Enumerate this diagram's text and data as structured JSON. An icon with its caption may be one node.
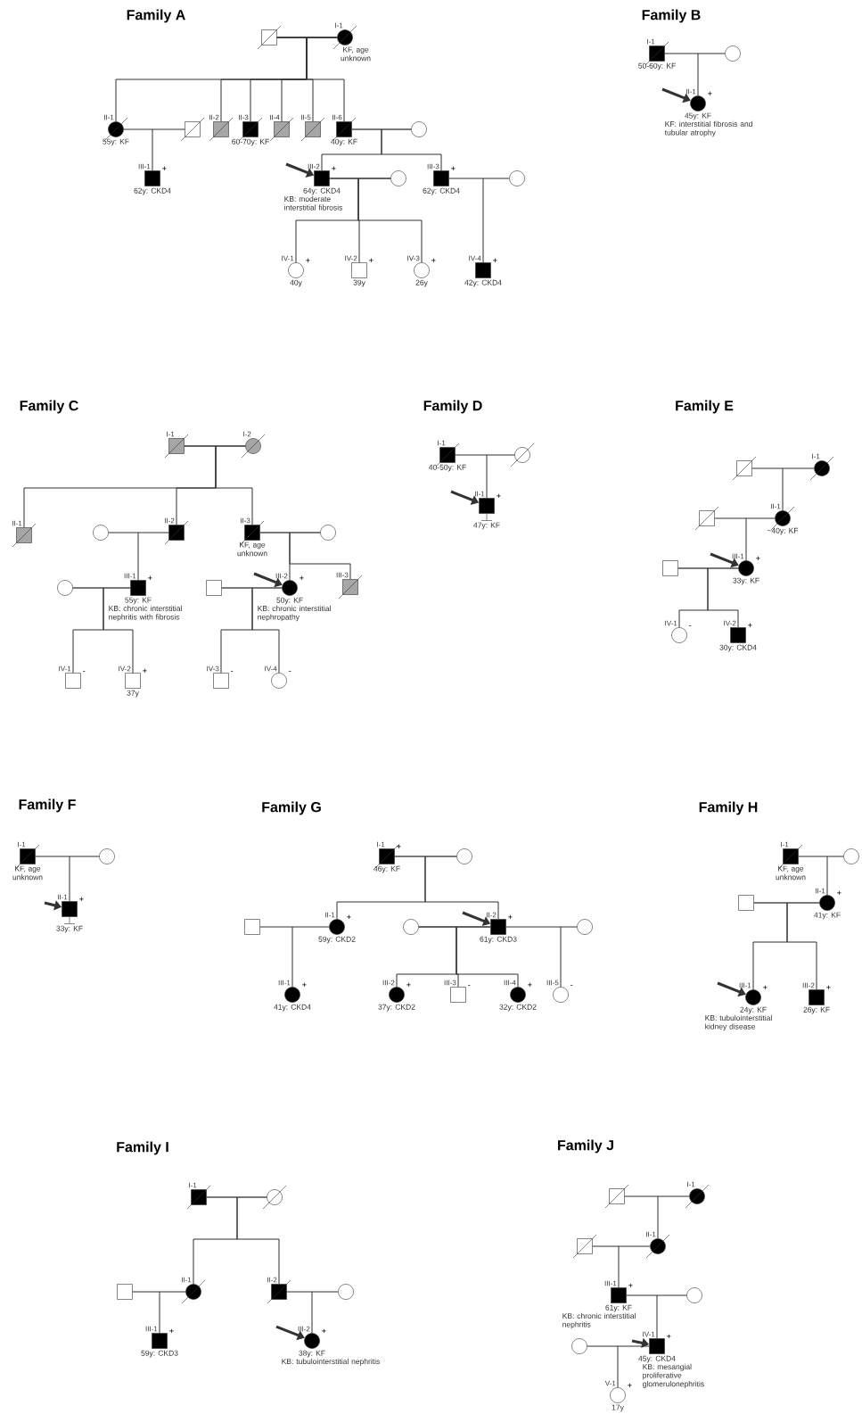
{
  "diagram": {
    "labels": [
      "Family A",
      "Family B",
      "Family C",
      "Family D",
      "Family E",
      "Family F",
      "Family G",
      "Family H",
      "Family I",
      "Family J"
    ],
    "nodes": [
      {
        "text": [],
        "shape": "box"
      },
      {
        "text": [
          "I-1"
        ],
        "beside": [
          "KF, age unknown"
        ]
      },
      {
        "text": [
          "II-1"
        ],
        "beside": [
          "55y: KF"
        ]
      },
      {
        "text": [],
        "shape": "box"
      },
      {
        "text": [
          "II-2"
        ]
      },
      {
        "text": [
          "II-3"
        ],
        "beside": [
          "60-70y: KF"
        ]
      },
      {
        "text": [
          "II-4"
        ]
      },
      {
        "text": [
          "II-5"
        ]
      },
      {
        "text": [
          "II-6"
        ],
        "beside": [
          "40y: KF"
        ]
      },
      {
        "text": [],
        "shape": "circle"
      },
      {
        "text": [
          "III-1"
        ],
        "beside": [
          "+",
          "62y: CKD4"
        ]
      },
      {
        "text": [
          "III-2"
        ],
        "beside": [
          "+",
          "64y: CKD4",
          "KB: moderate interstitial fibrosis"
        ]
      },
      {
        "text": [],
        "shape": "circle"
      },
      {
        "text": [
          "III-3"
        ],
        "beside": [
          "+",
          "62y: CKD4"
        ]
      },
      {
        "text": [],
        "shape": "circle"
      },
      {
        "text": [
          "IV-1"
        ],
        "beside": [
          "+",
          "40y"
        ]
      },
      {
        "text": [
          "IV-2"
        ],
        "beside": [
          "+",
          "39y"
        ]
      },
      {
        "text": [
          "IV-3"
        ],
        "beside": [
          "+",
          "26y"
        ]
      },
      {
        "text": [
          "IV-4"
        ],
        "beside": [
          "+",
          "42y: CKD4"
        ]
      },
      {
        "text": [
          "I-1"
        ],
        "beside": [
          "50-60y: KF"
        ]
      },
      {
        "text": [],
        "shape": "circle"
      },
      {
        "text": [
          "II-1"
        ],
        "beside": [
          "+",
          "45y: KF",
          "KF: interstitial fibrosis and tubular atrophy"
        ]
      },
      {
        "text": [
          "I-1"
        ]
      },
      {
        "text": [
          "I-2"
        ]
      },
      {
        "text": [
          "II-1"
        ]
      },
      {
        "text": [],
        "shape": "circle"
      },
      {
        "text": [
          "II-2"
        ]
      },
      {
        "text": [
          "II-3"
        ],
        "beside": [
          "KF, age unknown"
        ]
      },
      {
        "text": [],
        "shape": "circle"
      },
      {
        "text": [],
        "shape": "circle"
      },
      {
        "text": [
          "III-1"
        ],
        "beside": [
          "+",
          "55y: KF",
          "KB: chronic interstitial nephritis with fibrosis"
        ]
      },
      {
        "text": [],
        "shape": "box"
      },
      {
        "text": [
          "III-2"
        ],
        "beside": [
          "+",
          "50y: KF",
          "KB: chronic interstitial nephropathy"
        ]
      },
      {
        "text": [
          "III-3"
        ]
      },
      {
        "text": [
          "IV-1"
        ],
        "beside": [
          "-"
        ]
      },
      {
        "text": [
          "IV-2"
        ],
        "beside": [
          "+",
          "37y"
        ]
      },
      {
        "text": [
          "IV-3"
        ],
        "beside": [
          "-"
        ]
      },
      {
        "text": [
          "IV-4"
        ],
        "beside": [
          "-"
        ]
      },
      {
        "text": [
          "I-1"
        ],
        "beside": [
          "40-50y: KF"
        ]
      },
      {
        "text": [],
        "shape": "circle"
      },
      {
        "text": [
          "II-1"
        ],
        "beside": [
          "+",
          "47y: KF"
        ]
      },
      {
        "text": [],
        "shape": "box"
      },
      {
        "text": [
          "I-1"
        ]
      },
      {
        "text": [],
        "shape": "box"
      },
      {
        "text": [
          "II-1"
        ],
        "beside": [
          "~40y: KF"
        ]
      },
      {
        "text": [],
        "shape": "box"
      },
      {
        "text": [
          "III-1"
        ],
        "beside": [
          "+",
          "33y: KF"
        ]
      },
      {
        "text": [
          "IV-1"
        ],
        "beside": [
          "-"
        ]
      },
      {
        "text": [
          "IV-2"
        ],
        "beside": [
          "+",
          "30y: CKD4"
        ]
      },
      {
        "text": [
          "I-1"
        ],
        "beside": [
          "KF, age unknown"
        ]
      },
      {
        "text": [],
        "shape": "circle"
      },
      {
        "text": [
          "II-1"
        ],
        "beside": [
          "+",
          "33y: KF"
        ]
      },
      {
        "text": [
          "I-1"
        ],
        "beside": [
          "+",
          "46y: KF"
        ]
      },
      {
        "text": [],
        "shape": "circle"
      },
      {
        "text": [],
        "shape": "box"
      },
      {
        "text": [
          "II-1"
        ],
        "beside": [
          "+",
          "59y: CKD2"
        ]
      },
      {
        "text": [],
        "shape": "circle"
      },
      {
        "text": [
          "II-2"
        ],
        "beside": [
          "+",
          "61y: CKD3"
        ]
      },
      {
        "text": [],
        "shape": "circle"
      },
      {
        "text": [
          "III-1"
        ],
        "beside": [
          "+",
          "41y: CKD4"
        ]
      },
      {
        "text": [
          "III-2"
        ],
        "beside": [
          "+",
          "37y: CKD2"
        ]
      },
      {
        "text": [
          "III-3"
        ],
        "beside": [
          "-"
        ]
      },
      {
        "text": [
          "III-4"
        ],
        "beside": [
          "+",
          "32y: CKD2"
        ]
      },
      {
        "text": [
          "III-5"
        ],
        "beside": [
          "-"
        ]
      },
      {
        "text": [
          "I-1"
        ],
        "beside": [
          "KF, age unknown"
        ]
      },
      {
        "text": [],
        "shape": "circle"
      },
      {
        "text": [],
        "shape": "box"
      },
      {
        "text": [
          "II-1"
        ],
        "beside": [
          "+",
          "41y: KF"
        ]
      },
      {
        "text": [
          "III-1"
        ],
        "beside": [
          "+",
          "24y: KF",
          "KB: tubulointerstitial kidney disease"
        ]
      },
      {
        "text": [
          "III-2"
        ],
        "beside": [
          "+",
          "26y: KF"
        ]
      },
      {
        "text": [
          "I-1"
        ]
      },
      {
        "text": [],
        "shape": "circle"
      },
      {
        "text": [],
        "shape": "box"
      },
      {
        "text": [
          "II-1"
        ]
      },
      {
        "text": [
          "II-2"
        ]
      },
      {
        "text": [],
        "shape": "circle"
      },
      {
        "text": [
          "III-1"
        ],
        "beside": [
          "+",
          "59y: CKD3"
        ]
      },
      {
        "text": [
          "III-2"
        ],
        "beside": [
          "+",
          "38y: KF",
          "KB: tubulointerstitial nephritis"
        ]
      },
      {
        "text": [],
        "shape": "box"
      },
      {
        "text": [
          "I-1"
        ]
      },
      {
        "text": [],
        "shape": "box"
      },
      {
        "text": [
          "II-1"
        ]
      },
      {
        "text": [
          "III-1"
        ],
        "beside": [
          "+",
          "61y: KF",
          "KB: chronic interstitial nephritis"
        ]
      },
      {
        "text": [],
        "shape": "circle"
      },
      {
        "text": [],
        "shape": "circle"
      },
      {
        "text": [
          "IV-1"
        ],
        "beside": [
          "+",
          "45y: CKD4",
          "KB: mesangial proliferative glomerulonephritis"
        ]
      },
      {
        "text": [
          "V-1"
        ],
        "beside": [
          "+",
          "17y"
        ]
      }
    ],
    "edges": [
      {
        "from": 0,
        "to": 1,
        "arrow": "none"
      },
      {
        "from": 0,
        "to": 2,
        "arrow": "none"
      },
      {
        "from": 1,
        "to": 2,
        "arrow": "none"
      },
      {
        "from": 0,
        "to": 4,
        "arrow": "none"
      },
      {
        "from": 1,
        "to": 4,
        "arrow": "none"
      },
      {
        "from": 0,
        "to": 5,
        "arrow": "none"
      },
      {
        "from": 1,
        "to": 5,
        "arrow": "none"
      },
      {
        "from": 0,
        "to": 6,
        "arrow": "none"
      },
      {
        "from": 1,
        "to": 6,
        "arrow": "none"
      },
      {
        "from": 0,
        "to": 7,
        "arrow": "none"
      },
      {
        "from": 1,
        "to": 7,
        "arrow": "none"
      },
      {
        "from": 0,
        "to": 8,
        "arrow": "none"
      },
      {
        "from": 1,
        "to": 8,
        "arrow": "none"
      },
      {
        "from": 2,
        "to": 3,
        "arrow": "none"
      },
      {
        "from": 2,
        "to": 10,
        "arrow": "none"
      },
      {
        "from": 3,
        "to": 10,
        "arrow": "none"
      },
      {
        "from": 8,
        "to": 9,
        "arrow": "none"
      },
      {
        "from": 8,
        "to": 11,
        "arrow": "none"
      },
      {
        "from": 9,
        "to": 11,
        "arrow": "none"
      },
      {
        "from": 8,
        "to": 13,
        "arrow": "none"
      },
      {
        "from": 9,
        "to": 13,
        "arrow": "none"
      },
      {
        "from": 11,
        "to": 12,
        "arrow": "none"
      },
      {
        "from": 11,
        "to": 15,
        "arrow": "none"
      },
      {
        "from": 12,
        "to": 15,
        "arrow": "none"
      },
      {
        "from": 11,
        "to": 16,
        "arrow": "none"
      },
      {
        "from": 12,
        "to": 16,
        "arrow": "none"
      },
      {
        "from": 11,
        "to": 17,
        "arrow": "none"
      },
      {
        "from": 12,
        "to": 17,
        "arrow": "none"
      },
      {
        "from": 13,
        "to": 14,
        "arrow": "none"
      },
      {
        "from": 13,
        "to": 18,
        "arrow": "none"
      },
      {
        "from": 14,
        "to": 18,
        "arrow": "none"
      },
      {
        "from": 19,
        "to": 20,
        "arrow": "none"
      },
      {
        "from": 19,
        "to": 21,
        "arrow": "none"
      },
      {
        "from": 20,
        "to": 21,
        "arrow": "none"
      },
      {
        "from": 22,
        "to": 23,
        "arrow": "none"
      },
      {
        "from": 22,
        "to": 24,
        "arrow": "none"
      },
      {
        "from": 23,
        "to": 24,
        "arrow": "none"
      },
      {
        "from": 22,
        "to": 26,
        "arrow": "none"
      },
      {
        "from": 23,
        "to": 26,
        "arrow": "none"
      },
      {
        "from": 22,
        "to": 27,
        "arrow": "none"
      },
      {
        "from": 23,
        "to": 27,
        "arrow": "none"
      },
      {
        "from": 25,
        "to": 26,
        "arrow": "none"
      },
      {
        "from": 25,
        "to": 30,
        "arrow": "none"
      },
      {
        "from": 26,
        "to": 30,
        "arrow": "none"
      },
      {
        "from": 27,
        "to": 28,
        "arrow": "none"
      },
      {
        "from": 27,
        "to": 32,
        "arrow": "none"
      },
      {
        "from": 28,
        "to": 32,
        "arrow": "none"
      },
      {
        "from": 27,
        "to": 33,
        "arrow": "none"
      },
      {
        "from": 28,
        "to": 33,
        "arrow": "none"
      },
      {
        "from": 29,
        "to": 30,
        "arrow": "none"
      },
      {
        "from": 29,
        "to": 34,
        "arrow": "none"
      },
      {
        "from": 30,
        "to": 34,
        "arrow": "none"
      },
      {
        "from": 29,
        "to": 35,
        "arrow": "none"
      },
      {
        "from": 30,
        "to": 35,
        "arrow": "none"
      },
      {
        "from": 31,
        "to": 32,
        "arrow": "none"
      },
      {
        "from": 31,
        "to": 36,
        "arrow": "none"
      },
      {
        "from": 32,
        "to": 36,
        "arrow": "none"
      },
      {
        "from": 31,
        "to": 37,
        "arrow": "none"
      },
      {
        "from": 32,
        "to": 37,
        "arrow": "none"
      },
      {
        "from": 38,
        "to": 39,
        "arrow": "none"
      },
      {
        "from": 38,
        "to": 40,
        "arrow": "none"
      },
      {
        "from": 39,
        "to": 40,
        "arrow": "none"
      },
      {
        "from": 41,
        "to": 42,
        "arrow": "none"
      },
      {
        "from": 41,
        "to": 44,
        "arrow": "none"
      },
      {
        "from": 42,
        "to": 44,
        "arrow": "none"
      },
      {
        "from": 43,
        "to": 44,
        "arrow": "none"
      },
      {
        "from": 43,
        "to": 46,
        "arrow": "none"
      },
      {
        "from": 44,
        "to": 46,
        "arrow": "none"
      },
      {
        "from": 45,
        "to": 46,
        "arrow": "none"
      },
      {
        "from": 45,
        "to": 47,
        "arrow": "none"
      },
      {
        "from": 46,
        "to": 47,
        "arrow": "none"
      },
      {
        "from": 45,
        "to": 48,
        "arrow": "none"
      },
      {
        "from": 46,
        "to": 48,
        "arrow": "none"
      },
      {
        "from": 49,
        "to": 50,
        "arrow": "none"
      },
      {
        "from": 49,
        "to": 51,
        "arrow": "none"
      },
      {
        "from": 50,
        "to": 51,
        "arrow": "none"
      },
      {
        "from": 52,
        "to": 53,
        "arrow": "none"
      },
      {
        "from": 52,
        "to": 55,
        "arrow": "none"
      },
      {
        "from": 53,
        "to": 55,
        "arrow": "none"
      },
      {
        "from": 52,
        "to": 57,
        "arrow": "none"
      },
      {
        "from": 53,
        "to": 57,
        "arrow": "none"
      },
      {
        "from": 54,
        "to": 55,
        "arrow": "none"
      },
      {
        "from": 54,
        "to": 59,
        "arrow": "none"
      },
      {
        "from": 55,
        "to": 59,
        "arrow": "none"
      },
      {
        "from": 56,
        "to": 57,
        "arrow": "none"
      },
      {
        "from": 56,
        "to": 60,
        "arrow": "none"
      },
      {
        "from": 57,
        "to": 60,
        "arrow": "none"
      },
      {
        "from": 56,
        "to": 61,
        "arrow": "none"
      },
      {
        "from": 57,
        "to": 61,
        "arrow": "none"
      },
      {
        "from": 56,
        "to": 62,
        "arrow": "none"
      },
      {
        "from": 57,
        "to": 62,
        "arrow": "none"
      },
      {
        "from": 57,
        "to": 58,
        "arrow": "none"
      },
      {
        "from": 57,
        "to": 63,
        "arrow": "none"
      },
      {
        "from": 58,
        "to": 63,
        "arrow": "none"
      },
      {
        "from": 64,
        "to": 65,
        "arrow": "none"
      },
      {
        "from": 64,
        "to": 67,
        "arrow": "none"
      },
      {
        "from": 65,
        "to": 67,
        "arrow": "none"
      },
      {
        "from": 66,
        "to": 67,
        "arrow": "none"
      },
      {
        "from": 66,
        "to": 68,
        "arrow": "none"
      },
      {
        "from": 67,
        "to": 68,
        "arrow": "none"
      },
      {
        "from": 66,
        "to": 69,
        "arrow": "none"
      },
      {
        "from": 67,
        "to": 69,
        "arrow": "none"
      },
      {
        "from": 70,
        "to": 71,
        "arrow": "none"
      },
      {
        "from": 70,
        "to": 73,
        "arrow": "none"
      },
      {
        "from": 71,
        "to": 73,
        "arrow": "none"
      },
      {
        "from": 70,
        "to": 74,
        "arrow": "none"
      },
      {
        "from": 71,
        "to": 74,
        "arrow": "none"
      },
      {
        "from": 72,
        "to": 73,
        "arrow": "none"
      },
      {
        "from": 72,
        "to": 76,
        "arrow": "none"
      },
      {
        "from": 73,
        "to": 76,
        "arrow": "none"
      },
      {
        "from": 74,
        "to": 75,
        "arrow": "none"
      },
      {
        "from": 74,
        "to": 77,
        "arrow": "none"
      },
      {
        "from": 75,
        "to": 77,
        "arrow": "none"
      },
      {
        "from": 78,
        "to": 79,
        "arrow": "none"
      },
      {
        "from": 78,
        "to": 81,
        "arrow": "none"
      },
      {
        "from": 79,
        "to": 81,
        "arrow": "none"
      },
      {
        "from": 80,
        "to": 81,
        "arrow": "none"
      },
      {
        "from": 80,
        "to": 82,
        "arrow": "none"
      },
      {
        "from": 81,
        "to": 82,
        "arrow": "none"
      },
      {
        "from": 82,
        "to": 83,
        "arrow": "none"
      },
      {
        "from": 82,
        "to": 85,
        "arrow": "none"
      },
      {
        "from": 83,
        "to": 85,
        "arrow": "none"
      },
      {
        "from": 84,
        "to": 85,
        "arrow": "none"
      },
      {
        "from": 84,
        "to": 86,
        "arrow": "none"
      },
      {
        "from": 85,
        "to": 86,
        "arrow": "none"
      },
      {
        "from": null,
        "to": 11,
        "arrow": "to",
        "style": "thick"
      },
      {
        "from": null,
        "to": 21,
        "arrow": "to",
        "style": "thick"
      },
      {
        "from": null,
        "to": 32,
        "arrow": "to",
        "style": "thick"
      },
      {
        "from": null,
        "to": 40,
        "arrow": "to",
        "style": "thick"
      },
      {
        "from": null,
        "to": 46,
        "arrow": "to",
        "style": "thick"
      },
      {
        "from": null,
        "to": 51,
        "arrow": "to",
        "style": "thick"
      },
      {
        "from": null,
        "to": 57,
        "arrow": "to",
        "style": "thick"
      },
      {
        "from": null,
        "to": 68,
        "arrow": "to",
        "style": "thick"
      },
      {
        "from": null,
        "to": 77,
        "arrow": "to",
        "style": "thick"
      },
      {
        "from": null,
        "to": 85,
        "arrow": "to",
        "style": "thick"
      }
    ]
  }
}
